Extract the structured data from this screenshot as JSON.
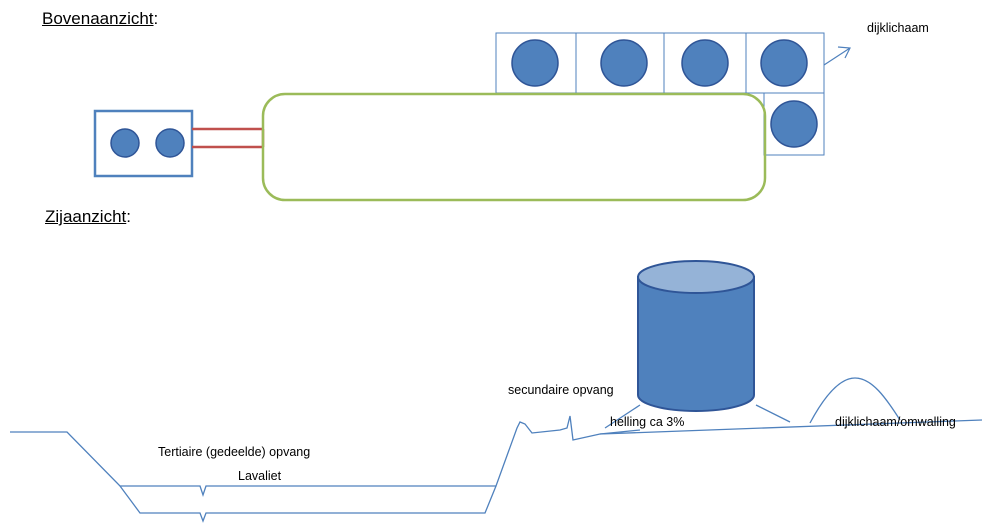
{
  "headings": {
    "top_view": "Bovenaanzicht",
    "side_view": "Zijaanzicht",
    "colon": ":"
  },
  "labels": {
    "dike_top": "dijklichaam",
    "secondary": "secundaire opvang",
    "slope": "helling ca 3%",
    "dike_side": "dijklichaam/omwalling",
    "tertiary": "Tertiaire (gedeelde) opvang",
    "lava": "Lavaliet"
  },
  "colors": {
    "tank_fill": "#4f81bd",
    "tank_stroke": "#2f5597",
    "tank_top": "#95b3d7",
    "grid_stroke": "#4f81bd",
    "basin_stroke": "#9bbb59",
    "pipe_stroke": "#c0504d",
    "ground_stroke": "#4f81bd"
  }
}
